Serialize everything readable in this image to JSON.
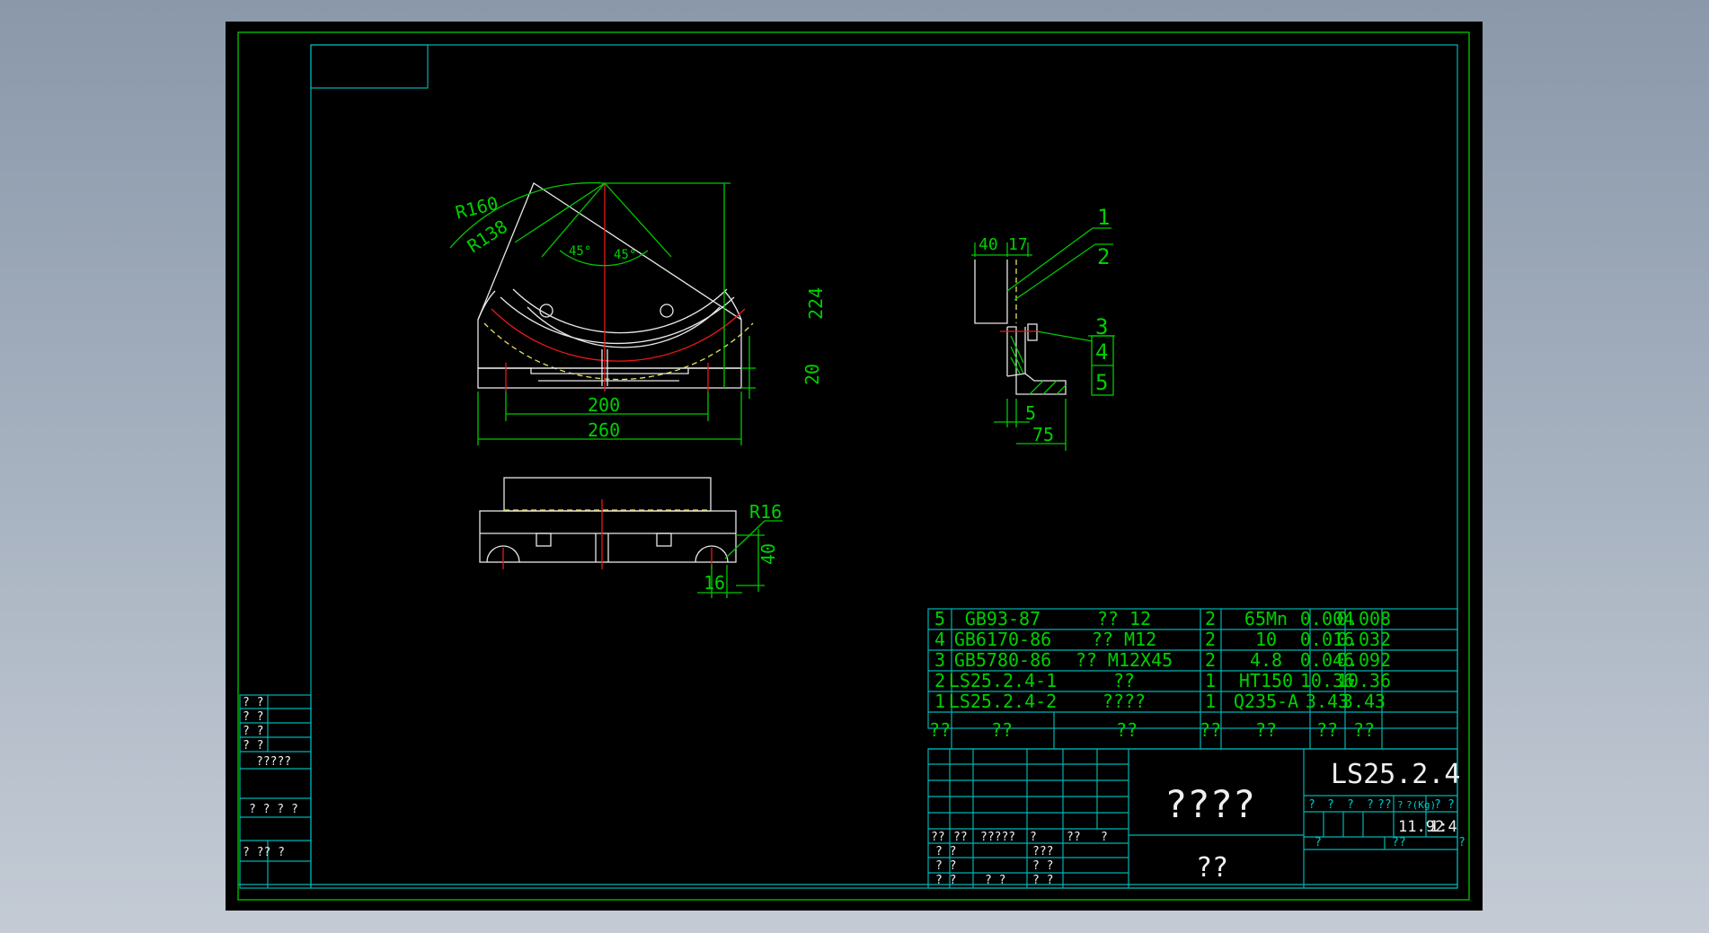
{
  "views": {
    "front": {
      "dimensions": {
        "r_outer": "R160",
        "r_inner": "R138",
        "angle_left": "45°",
        "angle_right": "45°",
        "height_total": "224",
        "height_base": "20",
        "width_holes": "200",
        "width_total": "260"
      }
    },
    "top": {
      "dimensions": {
        "radius": "R16",
        "height": "40",
        "width": "16"
      }
    },
    "side": {
      "dimensions": {
        "dim_a": "40",
        "dim_b": "17",
        "dim_c": "5",
        "dim_d": "75"
      },
      "balloons": [
        "1",
        "2",
        "3",
        "4",
        "5"
      ]
    }
  },
  "bom": {
    "rows": [
      {
        "no": "5",
        "code": "GB93-87",
        "name": "?? 12",
        "qty": "2",
        "material": "65Mn",
        "unit_w": "0.004",
        "total_w": "0.008"
      },
      {
        "no": "4",
        "code": "GB6170-86",
        "name": "?? M12",
        "qty": "2",
        "material": "10",
        "unit_w": "0.016",
        "total_w": "0.032"
      },
      {
        "no": "3",
        "code": "GB5780-86",
        "name": "?? M12X45",
        "qty": "2",
        "material": "4.8",
        "unit_w": "0.046",
        "total_w": "0.092"
      },
      {
        "no": "2",
        "code": "LS25.2.4-1",
        "name": "??",
        "qty": "1",
        "material": "HT150",
        "unit_w": "10.36",
        "total_w": "10.36"
      },
      {
        "no": "1",
        "code": "LS25.2.4-2",
        "name": "????",
        "qty": "1",
        "material": "Q235-A",
        "unit_w": "3.43",
        "total_w": "3.43"
      }
    ],
    "header": {
      "no": "??",
      "code": "??",
      "name": "??",
      "qty": "??",
      "material": "??",
      "unit_w": "??",
      "total_w": "??"
    }
  },
  "title_block": {
    "drawing_no": "LS25.2.4",
    "title": "????",
    "company": "??",
    "weight": "11.92",
    "scale": "1:4",
    "mini_header": [
      "?",
      "?",
      "?",
      "?",
      "??",
      "?",
      "?(Kg)",
      "?",
      "?"
    ],
    "left_labels": [
      "??",
      "??",
      "?????",
      "?",
      "??",
      "?"
    ],
    "sign_rows": [
      {
        "a": "? ?",
        "b": "???"
      },
      {
        "a": "? ?",
        "b": "? ?"
      },
      {
        "a": "? ?",
        "b": ""
      },
      {
        "a": "? ?",
        "b": "? ?"
      }
    ],
    "bottom_labels": [
      "?",
      "??",
      "?"
    ]
  },
  "margin_block": {
    "rows": [
      "? ?",
      "? ?",
      "? ?",
      "? ?"
    ],
    "label1": "?????",
    "label2": "? ? ? ?",
    "label3": "? ?? ?"
  },
  "colors": {
    "frame": "#00c800",
    "table": "#00b4b4",
    "center": "#e81818",
    "hidden": "#e8e060",
    "text": "#f0f0f0"
  }
}
